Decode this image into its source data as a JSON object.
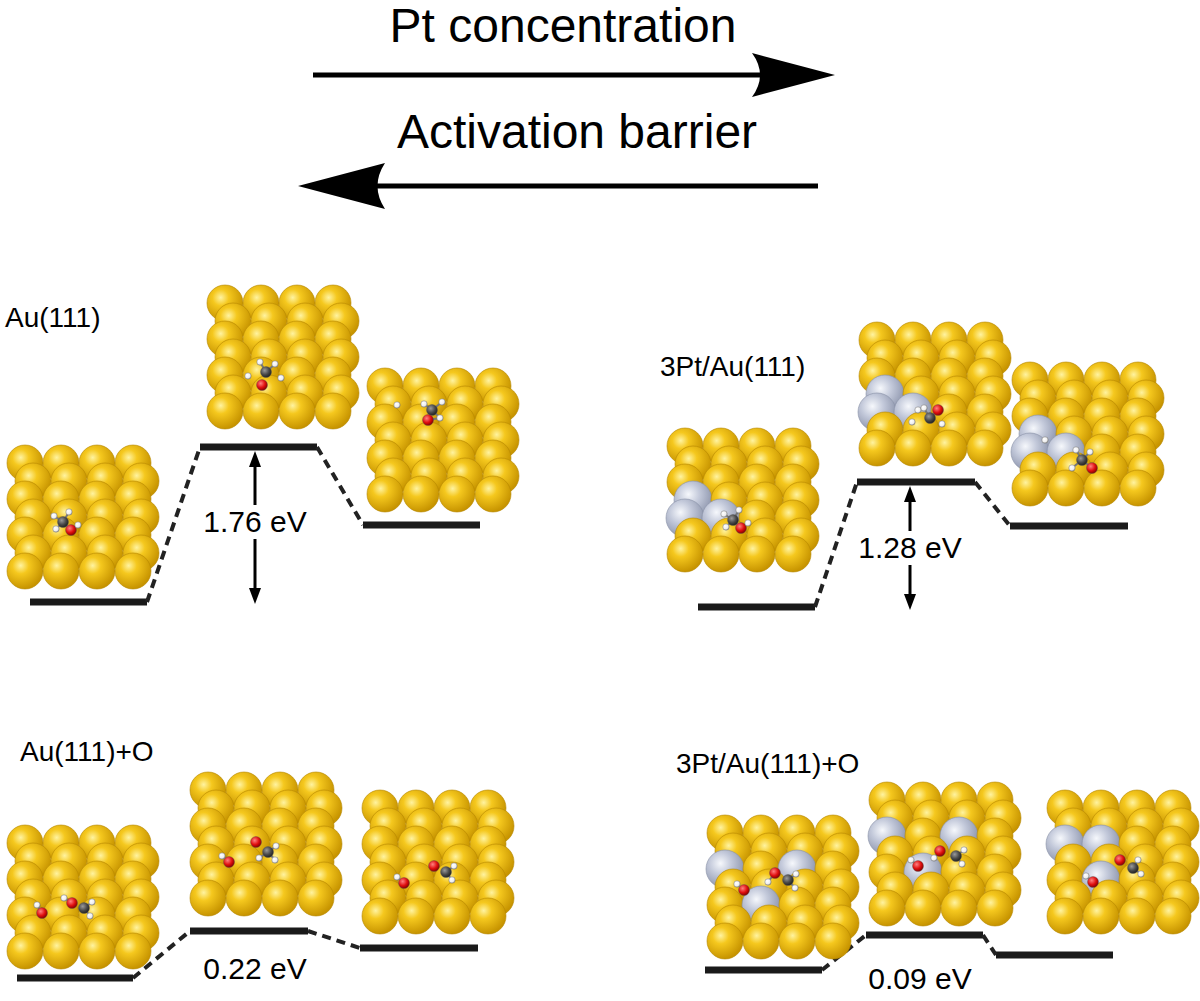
{
  "diagram": {
    "labels": [
      "Pt concentration",
      "Activation barrier",
      "Au(111)",
      "3Pt/Au(111)",
      "1.76 eV",
      "1.28 eV",
      "Au(111)+O",
      "3Pt/Au(111)+O",
      "0.22 eV",
      "0.09 eV"
    ]
  }
}
